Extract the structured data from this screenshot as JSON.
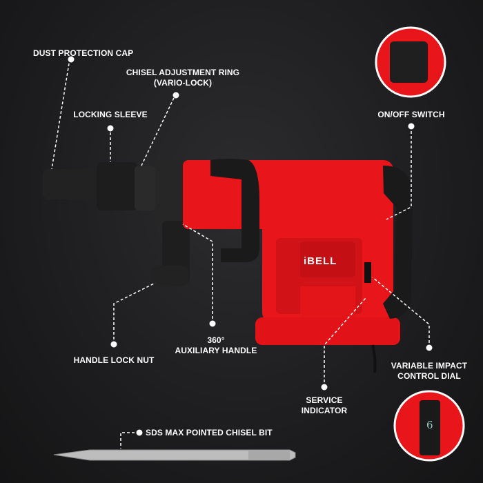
{
  "brand": "iBELL",
  "colors": {
    "body": "#e8161b",
    "accent": "#ff2a2a",
    "background": "#1c1c1d",
    "rubber": "#1a1a1a"
  },
  "labels": {
    "dust_cap": "DUST PROTECTION CAP",
    "chisel_ring_1": "CHISEL ADJUSTMENT RING",
    "chisel_ring_2": "(VARIO-LOCK)",
    "locking_sleeve": "LOCKING SLEEVE",
    "on_off": "ON/OFF SWITCH",
    "aux_handle_1": "360°",
    "aux_handle_2": "AUXILIARY HANDLE",
    "lock_nut": "HANDLE LOCK NUT",
    "service_1": "SERVICE",
    "service_2": "INDICATOR",
    "dial_1": "VARIABLE IMPACT",
    "dial_2": "CONTROL DIAL",
    "chisel_bit": "SDS MAX POINTED CHISEL BIT"
  },
  "dial_value": "6"
}
